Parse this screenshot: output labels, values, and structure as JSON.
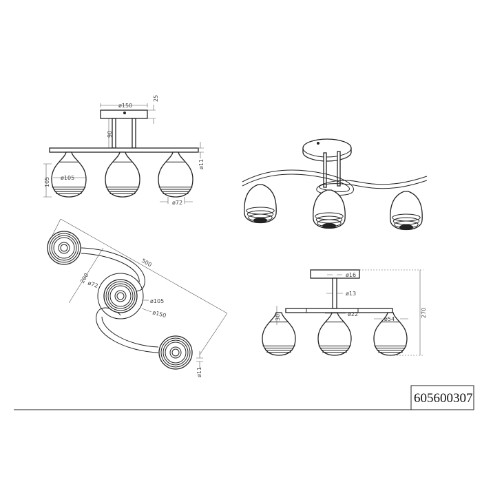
{
  "product_code": "605600307",
  "front_view": {
    "canopy_diameter": "ø150",
    "canopy_height": "25",
    "stem_length": "90",
    "shade_height": "105",
    "shade_diameter": "ø105",
    "arm_diameter": "ø11",
    "shade_bottom_diameter": "ø72"
  },
  "top_view": {
    "overall_length": "500",
    "spacing": "200",
    "shade_inner_diameter": "ø72",
    "shade_diameter": "ø105",
    "canopy_diameter": "ø150",
    "arm_diameter": "ø11"
  },
  "side_view": {
    "canopy_hole": "ø16",
    "stem_diameter": "ø13",
    "holder_diameter": "ø22",
    "shade_top_diameter": "ø54",
    "neck_height": "30",
    "overall_height": "270"
  }
}
